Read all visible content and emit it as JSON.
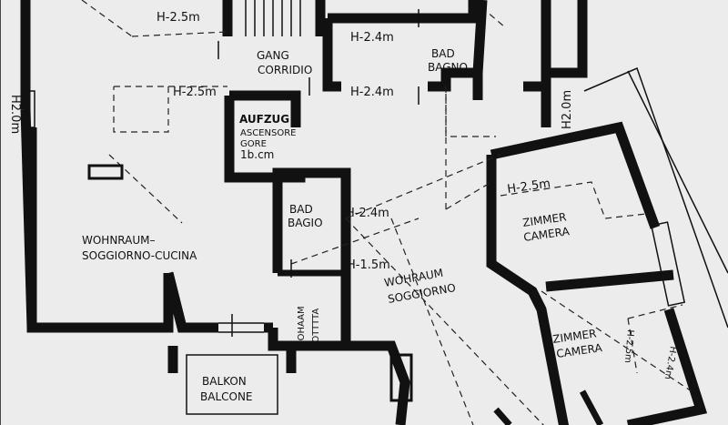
{
  "title": "Floor plan",
  "rooms": {
    "gang": {
      "line1": "GANG",
      "line2": "CORRIDIO"
    },
    "bad_top": {
      "line1": "BAD",
      "line2": "BAGNO"
    },
    "aufzug": {
      "line1": "AUFZUG",
      "line2": "ASCENSORE",
      "line3": "GORE",
      "line4": "1b.cm"
    },
    "wohnraum_kitchen": {
      "line1": "WOHNRAUM–",
      "line2": "SOGGIORNO-CUCINA"
    },
    "bad_mid": {
      "line1": "BAD",
      "line2": "BAGIO"
    },
    "wohraum": {
      "line1": "WOHRAUM",
      "line2": "SOGGIORNO"
    },
    "storage": {
      "line1": "MOHAAM",
      "line2": "SOTTTTA"
    },
    "zimmer1": {
      "line1": "ZIMMER",
      "line2": "CAMERA"
    },
    "zimmer2": {
      "line1": "ZIMMER",
      "line2": "CAMERA"
    },
    "balkon": {
      "line1": "BALKON",
      "line2": "BALCONE"
    }
  },
  "heights": {
    "top_left": "H-2.5m",
    "corridor": "H-2.5m",
    "bad_top": "H-2.4m",
    "bad_bottom": "H-2.4m",
    "left_wall": "H2.0m",
    "right_small": "H2.0m",
    "living_2_4": "H-2.4m",
    "living_1_5": "H-1.5m",
    "zimmer1": "H-2.5m",
    "zimmer2_a": "H-2.5m",
    "zimmer2_b": "H-2.4m"
  }
}
